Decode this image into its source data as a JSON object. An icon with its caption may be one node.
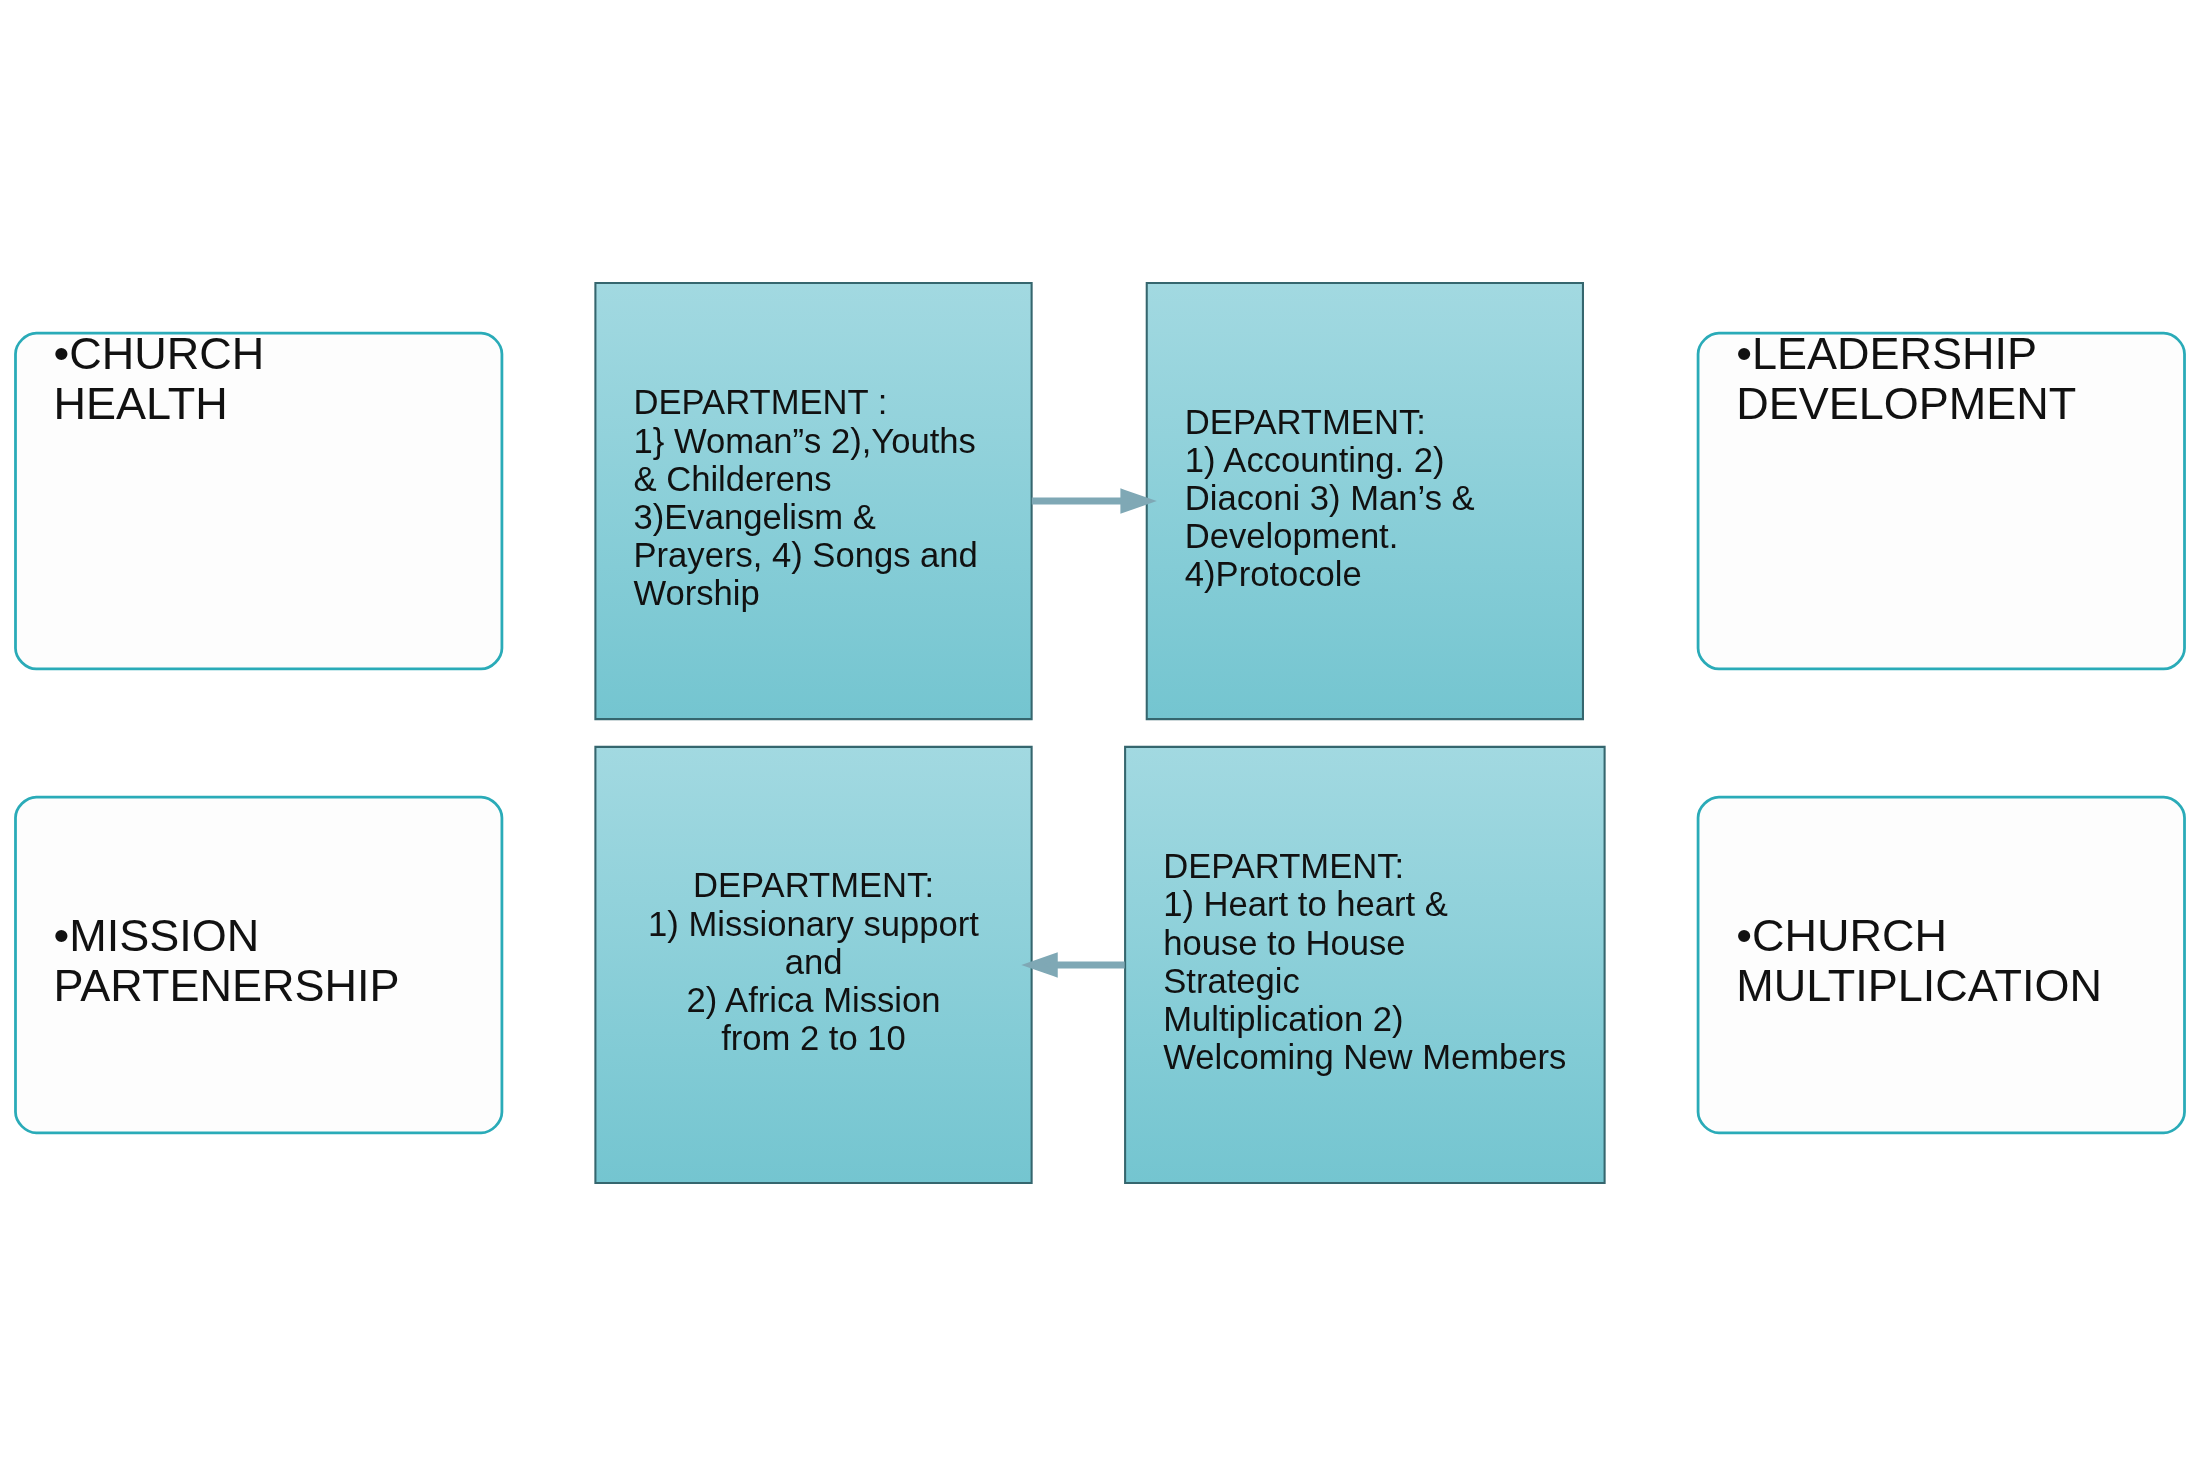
{
  "diagram": {
    "nodes": [
      {
        "text": [
          "•CHURCH HEALTH"
        ]
      },
      {
        "text": [
          "•LEADERSHIP DEVELOPMENT"
        ]
      },
      {
        "text": [
          "DEPARTMENT :",
          "1} Woman”s 2),Youths & Childerens 3)Evangelism & Prayers, 4) Songs and Worship"
        ]
      },
      {
        "text": [
          "DEPARTMENT:",
          "1) Accounting. 2) Diaconi 3) Man’s & Development. 4)Protocole"
        ]
      },
      {
        "text": [
          "DEPARTMENT:",
          "1) Missionary support and",
          "2) Africa Mission from 2 to 10"
        ]
      },
      {
        "text": [
          "DEPARTMENT:",
          "1) Heart to heart & house to House Strategic Multiplication 2) Welcoming New Members"
        ]
      },
      {
        "text": [
          "•MISSION PARTENERSHIP"
        ]
      },
      {
        "text": [
          "•CHURCH MULTIPLICATION"
        ]
      }
    ],
    "edges": [
      {
        "from": 2,
        "to": 3,
        "arrow": "to"
      },
      {
        "from": 5,
        "to": 4,
        "arrow": "to"
      }
    ]
  }
}
